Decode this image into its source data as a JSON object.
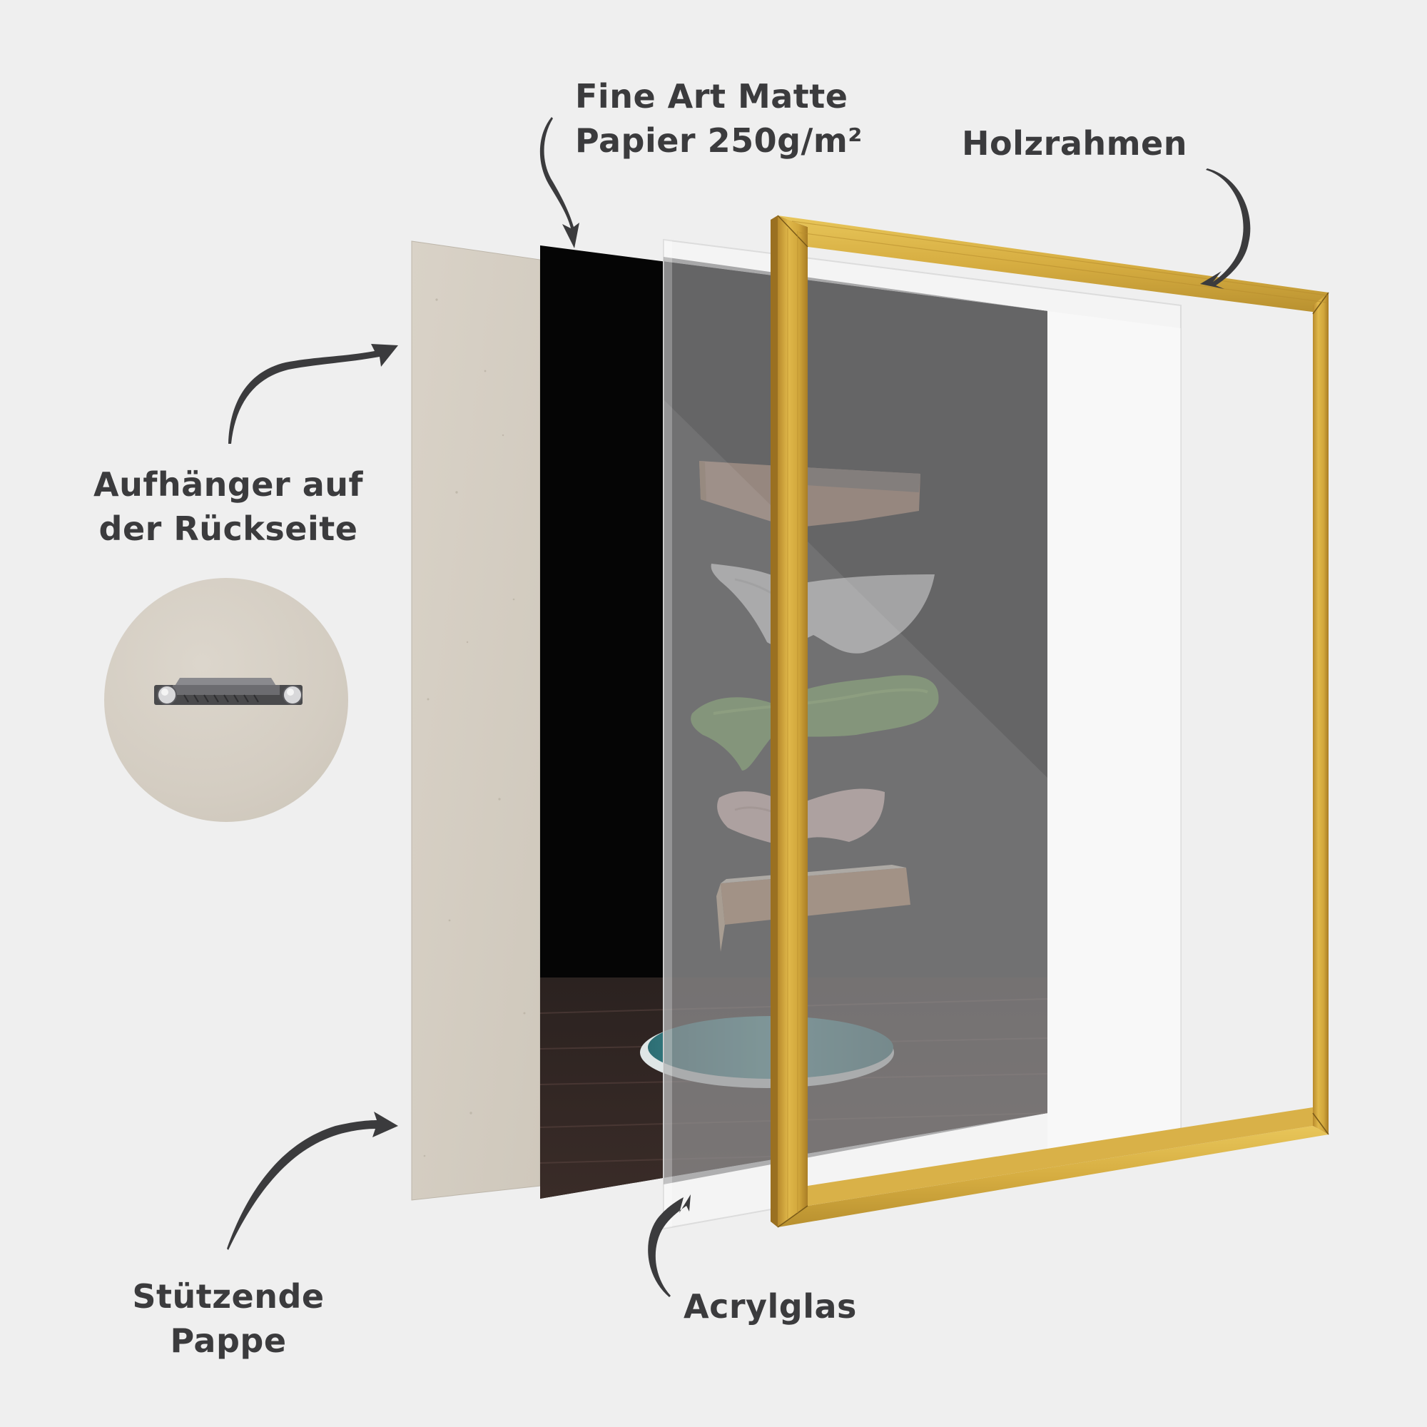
{
  "labels": {
    "fine_art_paper": {
      "line1": "Fine Art Matte",
      "line2": "Papier 250g/m²"
    },
    "wood_frame": {
      "line1": "Holzrahmen"
    },
    "hanger": {
      "line1": "Aufhänger auf",
      "line2": "der Rückseite"
    },
    "support_board": {
      "line1": "Stützende",
      "line2": "Pappe"
    },
    "acrylic_glass": {
      "line1": "Acrylglas"
    }
  },
  "layers": [
    {
      "name": "Stützende Pappe",
      "color": "#d6cfc4"
    },
    {
      "name": "Fine Art Matte Papier 250g/m²",
      "color": "#050505"
    },
    {
      "name": "Acrylglas",
      "color": "#f7f7f7"
    },
    {
      "name": "Holzrahmen",
      "color": "#d4a93a"
    }
  ],
  "print_subject": [
    "bread-slice-top",
    "cheese-slice",
    "lettuce-leaf",
    "ham-slice",
    "bread-slice-bottom",
    "teal-plate",
    "wooden-table"
  ],
  "colors": {
    "background": "#efefef",
    "text": "#3b3b3d",
    "arrow": "#3b3b3d",
    "cardboard": "#d6cfc4",
    "print_background": "#050505",
    "acrylic_tint": "#5a5a5c",
    "frame_gold": "#d4a93a",
    "frame_gold_dark": "#a9802a",
    "plate_teal": "#3f8f96"
  }
}
